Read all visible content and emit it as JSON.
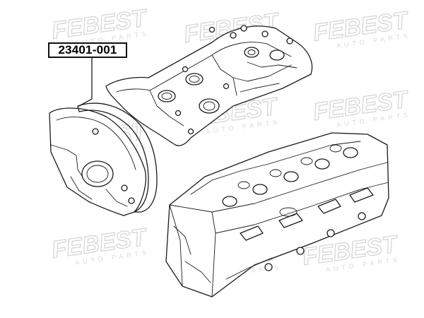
{
  "part_number": "23401-001",
  "watermark": {
    "brand": "FEBEST",
    "tagline": "AUTO PARTS"
  },
  "colors": {
    "line": "#1a1a1a",
    "watermark": "#d4d4d4",
    "background": "#ffffff"
  }
}
